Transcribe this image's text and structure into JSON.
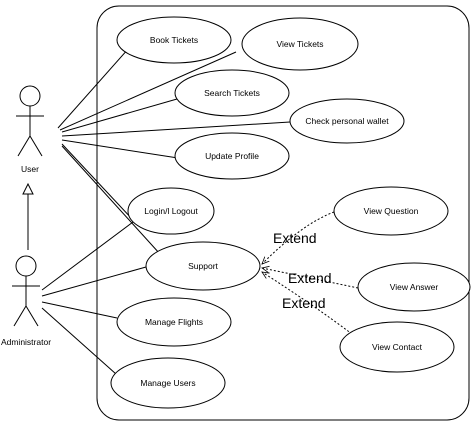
{
  "actors": {
    "user": "User",
    "administrator": "Administrator"
  },
  "use_cases": {
    "book_tickets": "Book Tickets",
    "view_tickets": "View Tickets",
    "search_tickets": "Search Tickets",
    "check_wallet": "Check personal wallet",
    "update_profile": "Update Profile",
    "login_logout": "Login/l Logout",
    "support": "Support",
    "manage_flights": "Manage Flights",
    "manage_users": "Manage Users",
    "view_question": "View Question",
    "view_answer": "View Answer",
    "view_contact": "View Contact"
  },
  "relations": {
    "extend_question": "Extend",
    "extend_answer": "Extend",
    "extend_contact": "Extend"
  }
}
